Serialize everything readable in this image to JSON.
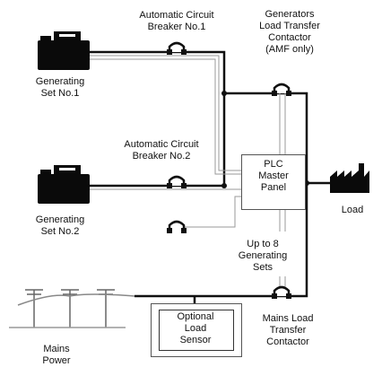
{
  "labels": {
    "acb1": [
      "Automatic Circuit",
      "Breaker No.1"
    ],
    "acb2": [
      "Automatic Circuit",
      "Breaker No.2"
    ],
    "gen_contactor": [
      "Generators",
      "Load Transfer",
      "Contactor",
      "(AMF only)"
    ],
    "gen_set1": [
      "Generating",
      "Set No.1"
    ],
    "gen_set2": [
      "Generating",
      "Set No.2"
    ],
    "plc": [
      "PLC",
      "Master",
      "Panel"
    ],
    "load": "Load",
    "up_to_8": [
      "Up to 8",
      "Generating",
      "Sets"
    ],
    "mains_contactor": [
      "Mains Load",
      "Transfer",
      "Contactor"
    ],
    "sensor": [
      "Optional",
      "Load",
      "Sensor"
    ],
    "mains_power": [
      "Mains",
      "Power"
    ]
  },
  "colors": {
    "line": "#111111",
    "control_line": "#9a9a9a",
    "equipment": "#0a0a0a"
  }
}
